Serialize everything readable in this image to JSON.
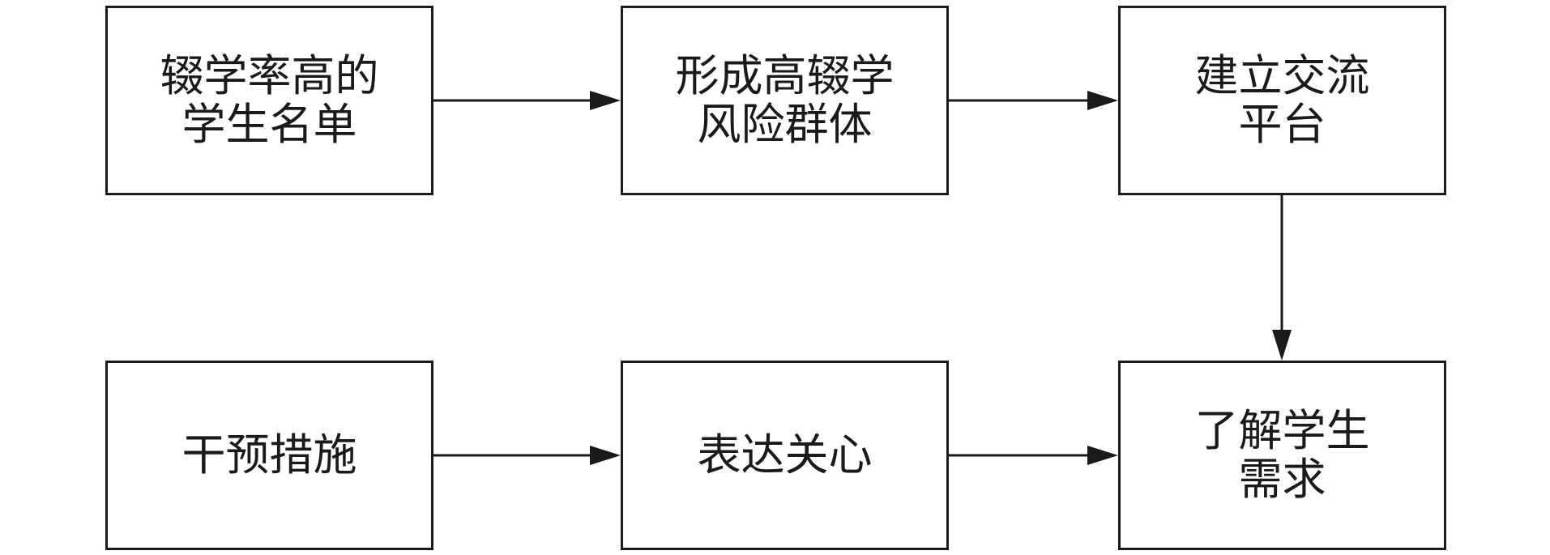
{
  "boxes": {
    "b1": {
      "line1": "辍学率高的",
      "line2": "学生名单"
    },
    "b2": {
      "line1": "形成高辍学",
      "line2": "风险群体"
    },
    "b3": {
      "line1": "建立交流",
      "line2": "平台"
    },
    "b4": {
      "line1": "干预措施"
    },
    "b5": {
      "line1": "表达关心"
    },
    "b6": {
      "line1": "了解学生",
      "line2": "需求"
    }
  },
  "colors": {
    "stroke": "#1a1a1a",
    "background": "#ffffff"
  }
}
